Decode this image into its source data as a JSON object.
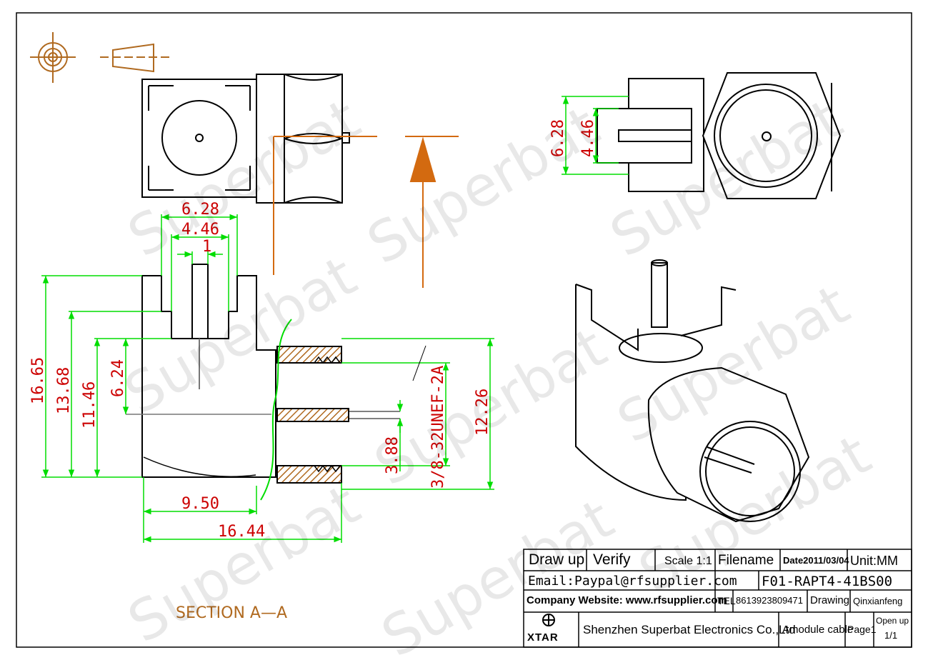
{
  "drawing": {
    "dimensions": {
      "top_6_28": "6.28",
      "top_4_46": "4.46",
      "top_1": "1",
      "left_16_65": "16.65",
      "left_13_68": "13.68",
      "left_11_46": "11.46",
      "left_6_24": "6.24",
      "right_12_26": "12.26",
      "thread_3_88": "3.88",
      "thread_spec": "3/8-32UNEF-2A",
      "bottom_9_50": "9.50",
      "bottom_16_44": "16.44",
      "side_6_28": "6.28",
      "side_4_46": "4.46"
    },
    "section_label": "SECTION  A—A",
    "watermark": "Superbat"
  },
  "title_block": {
    "draw_up": "Draw up",
    "verify": "Verify",
    "scale": "Scale 1:1",
    "filename": "Filename",
    "date": "Date2011/03/04",
    "unit": "Unit:MM",
    "email": "Email:Paypal@rfsupplier.com",
    "part_no": "F01-RAPT4-41BS00",
    "website": "Company Website:  www.rfsupplier.com",
    "tel_label": "TEL",
    "tel": "8613923809471",
    "drawing_label": "Drawing",
    "drawer": "Qinxianfeng",
    "logo": "XTAR",
    "company": "Shenzhen Superbat Electronics Co.,Ltd",
    "description": "Amodule cable",
    "page": "Page1",
    "open_up": "Open up",
    "open_up_value": "1/1"
  },
  "colors": {
    "dimension": "#00dd00",
    "dimension_text": "#cc0000",
    "section_arrow": "#d36a10",
    "hatch": "#b06a20",
    "outline": "#000000"
  }
}
